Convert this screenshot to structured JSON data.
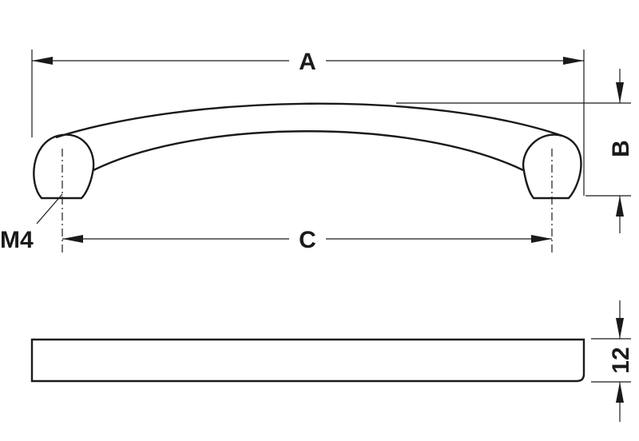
{
  "labels": {
    "overall_length": "A",
    "height": "B",
    "hole_spacing": "C",
    "thread": "M4",
    "thickness": "12"
  },
  "colors": {
    "line": "#1a1a1a",
    "background": "#ffffff"
  }
}
